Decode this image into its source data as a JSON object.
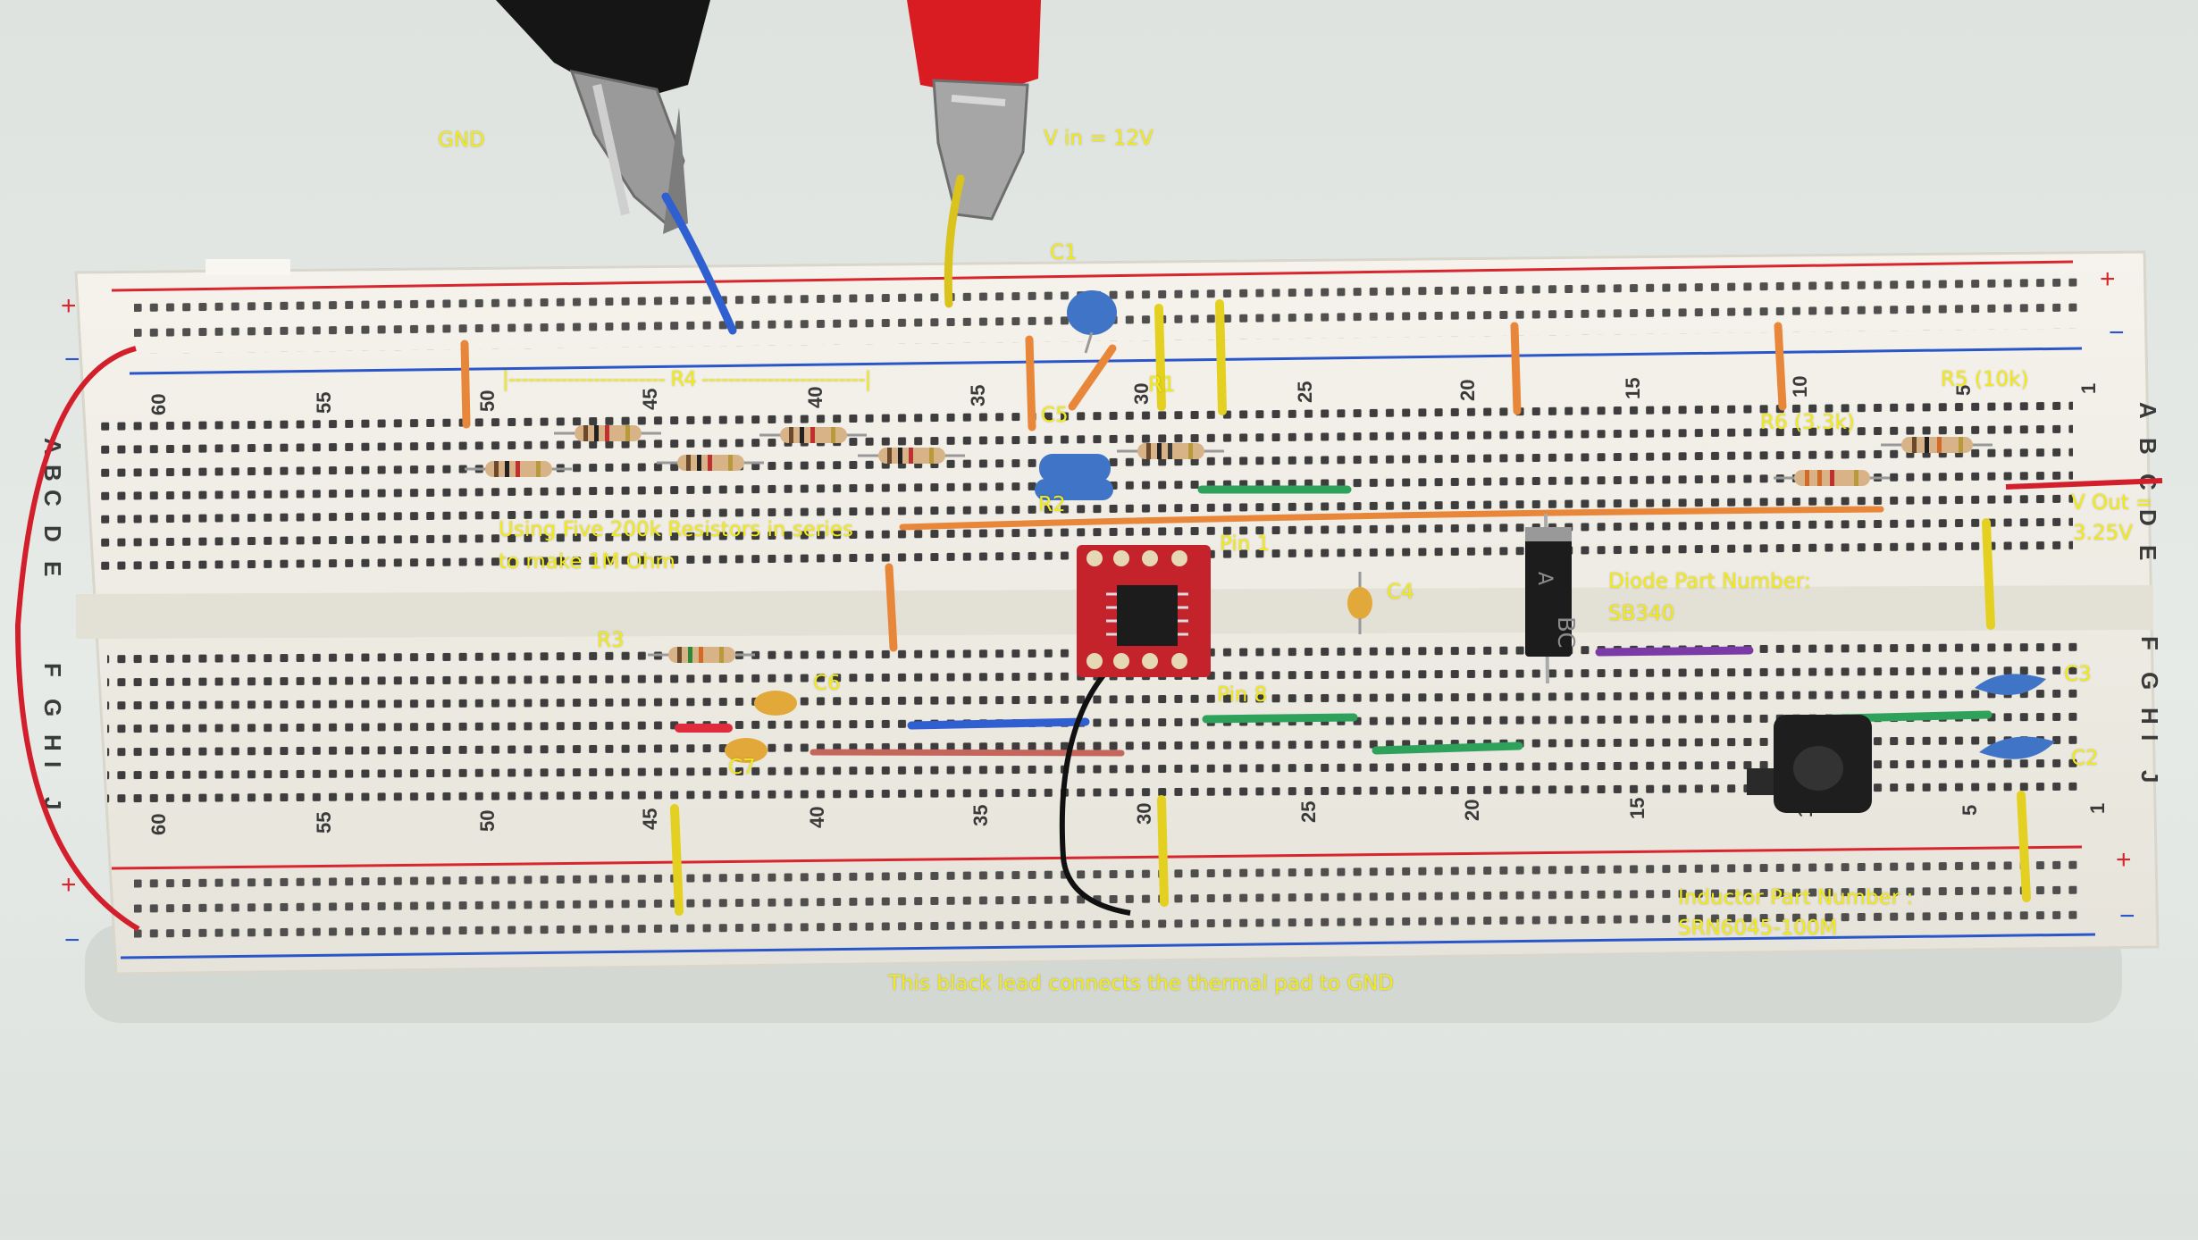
{
  "labels": {
    "gnd": "GND",
    "vin": "V in = 12V",
    "c1": "C1",
    "r4": "|------------------------ R4 -------------------------|",
    "r1": "R1",
    "r5": "R5 (10k)",
    "c5": "C5",
    "r6": "R6 (3.3k)",
    "r2": "R2",
    "vout_line1": "V Out =",
    "vout_line2": "3.25V",
    "resistors_line1": "Using Five 200k Resistors in series",
    "resistors_line2": "to make 1M Ohm",
    "pin1": "Pin 1",
    "c4": "C4",
    "diode_line1": "Diode Part Number:",
    "diode_line2": "SB340",
    "r3": "R3",
    "c6": "C6",
    "c3": "C3",
    "pin8": "Pin 8",
    "c7": "C7",
    "c2": "C2",
    "inductor_line1": "Inductor Part Number :",
    "inductor_line2": "SRN6045-100M",
    "black_lead": "This black lead connects the thermal pad to GND"
  },
  "breadboard": {
    "top_numbers": [
      "60",
      "55",
      "50",
      "45",
      "40",
      "35",
      "30",
      "25",
      "20",
      "15",
      "10",
      "5",
      "1"
    ],
    "bottom_numbers": [
      "60",
      "55",
      "50",
      "45",
      "40",
      "35",
      "30",
      "25",
      "20",
      "15",
      "10",
      "5",
      "1"
    ],
    "left_top_letters": [
      "A",
      "B",
      "C",
      "D",
      "E"
    ],
    "left_bottom_letters": [
      "F",
      "G",
      "H",
      "I",
      "J"
    ],
    "right_top_letters": [
      "A",
      "B",
      "C",
      "D",
      "E"
    ],
    "right_bottom_letters": [
      "F",
      "G",
      "H",
      "I",
      "J"
    ],
    "plus": "+",
    "minus": "−"
  },
  "components": {
    "diode_marking": "BC",
    "diode_marking2": "A"
  },
  "colors": {
    "rail_red": "#d8262e",
    "rail_blue": "#2a56c9",
    "annotation": "#f2ea18",
    "board": "#f1efe8"
  }
}
